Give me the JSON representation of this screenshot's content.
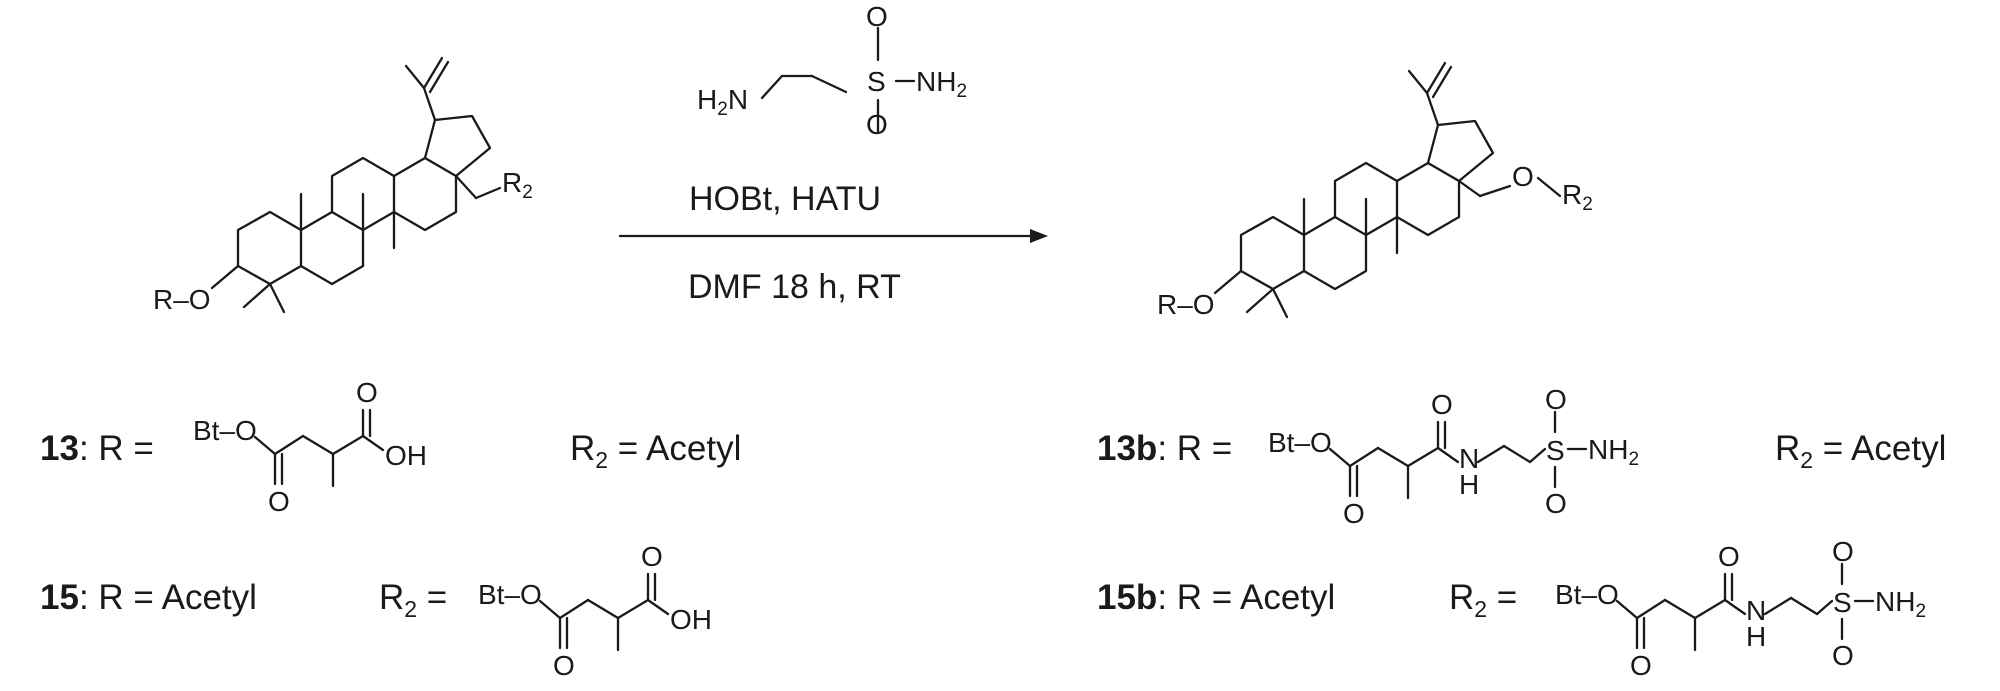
{
  "reagent": {
    "h": "H",
    "h_sub": "2",
    "n": "N",
    "s": "S",
    "o_top": "O",
    "o_bottom": "O",
    "nh": "NH",
    "nh_sub": "2"
  },
  "conditions": {
    "line1": "HOBt, HATU",
    "line2": "DMF 18 h, RT"
  },
  "reactant": {
    "r_o": "R–O",
    "r2": "R",
    "r2_sub": "2"
  },
  "product": {
    "r_o": "R–O",
    "o": "O",
    "r2": "R",
    "r2_sub": "2"
  },
  "rows": [
    {
      "id": "13",
      "r_prefix": ": R = ",
      "r_value": "",
      "r2_prefix": "R",
      "r2_sub": "2",
      "r2_suffix": " = Acetyl",
      "r2_value": ""
    },
    {
      "id": "15",
      "r_prefix": ": R = Acetyl",
      "r_value": "",
      "r2_prefix": "R",
      "r2_sub": "2",
      "r2_suffix": " = ",
      "r2_value": ""
    },
    {
      "id": "13b",
      "r_prefix": ": R = ",
      "r_value": "",
      "r2_prefix": "R",
      "r2_sub": "2",
      "r2_suffix": " = Acetyl",
      "r2_value": ""
    },
    {
      "id": "15b",
      "r_prefix": ": R = Acetyl",
      "r_value": "",
      "r2_prefix": "R",
      "r2_sub": "2",
      "r2_suffix": " = ",
      "r2_value": ""
    }
  ],
  "fragments": {
    "acid": {
      "bt_o": "Bt–O",
      "o_carbonyl": "O",
      "o_acid": "O",
      "oh": "OH"
    },
    "amide": {
      "bt_o": "Bt–O",
      "o_carbonyl": "O",
      "o_amide": "O",
      "n": "N",
      "h": "H",
      "s": "S",
      "o_top": "O",
      "o_bottom": "O",
      "nh": "NH",
      "nh_sub": "2"
    }
  }
}
